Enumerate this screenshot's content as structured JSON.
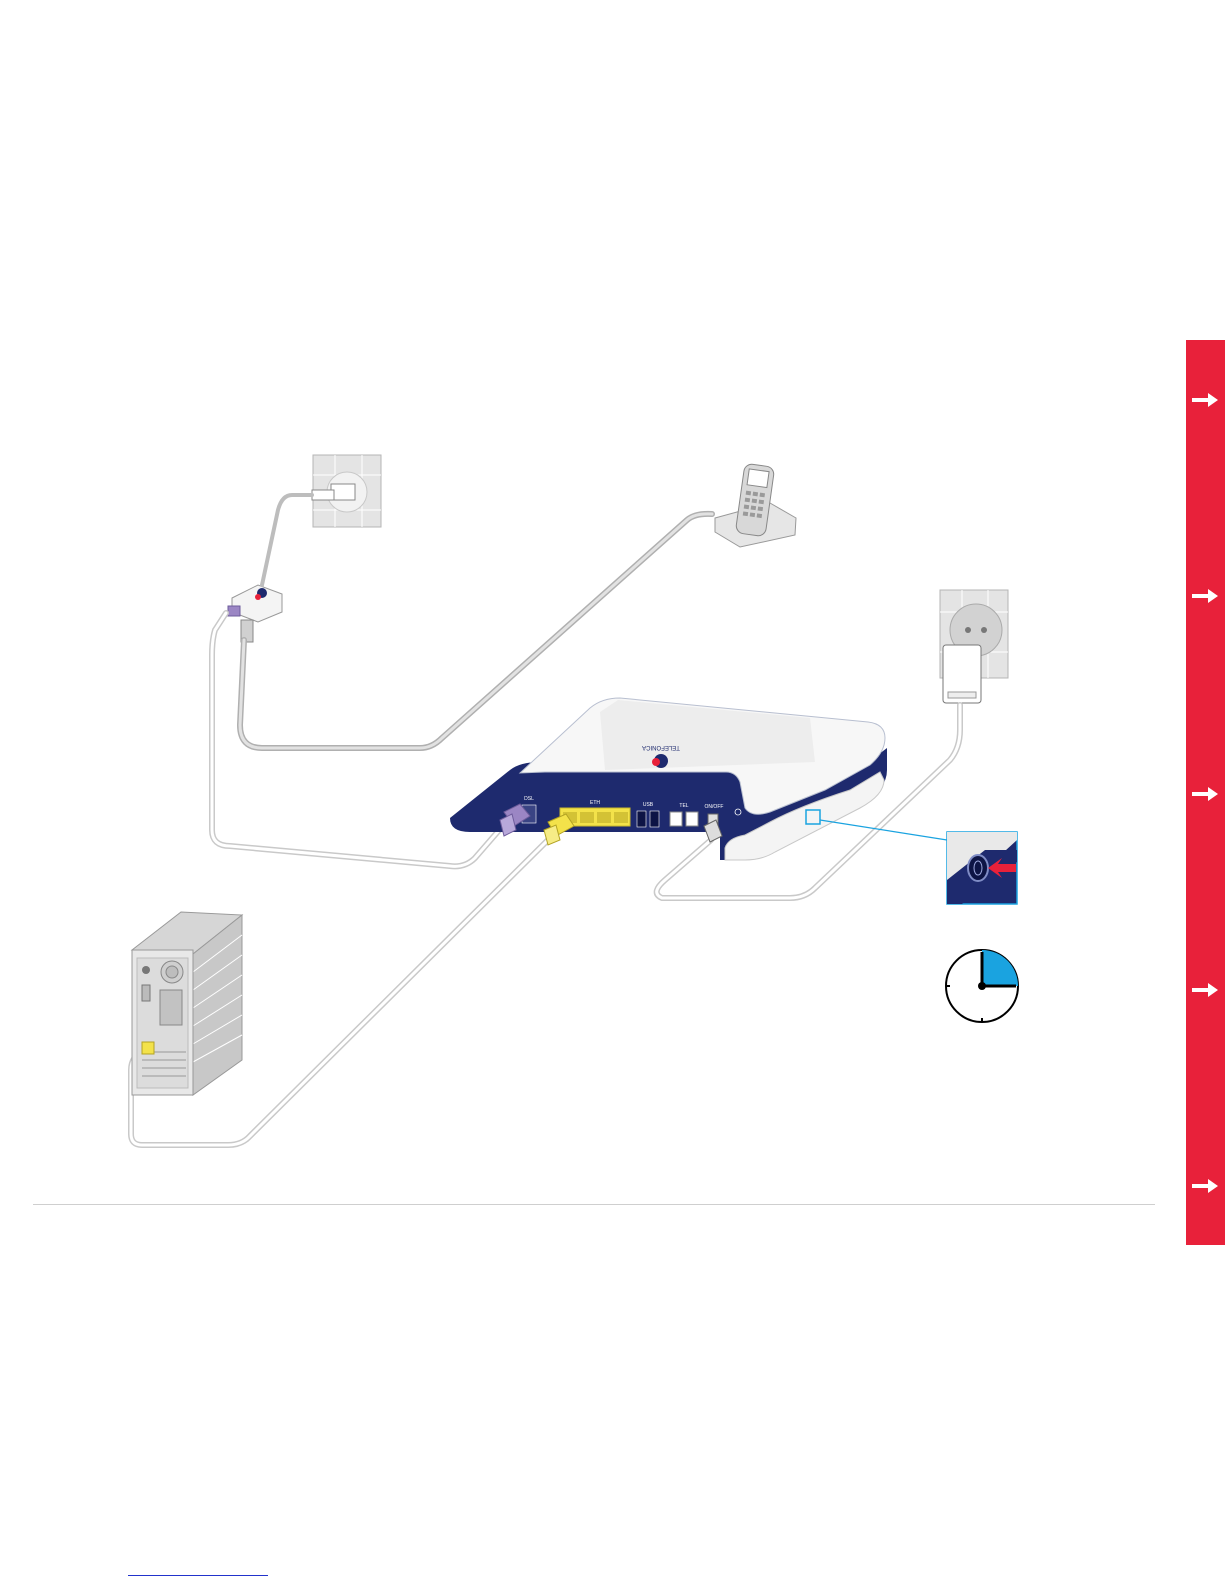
{
  "router": {
    "brand_label": "TELEFONICA",
    "port_labels": [
      "DSL",
      "ETH",
      "USB",
      "TEL",
      "ON/OFF"
    ]
  },
  "side_nav": {
    "arrows": [
      "arrow-1",
      "arrow-2",
      "arrow-3",
      "arrow-4",
      "arrow-5"
    ],
    "color": "#e8213a"
  },
  "colors": {
    "router_body": "#1e2a6e",
    "dsl_cable": "#9b86c4",
    "ethernet_cable": "#f3e24a",
    "highlight_blue": "#1aa3e0",
    "indicator_red": "#e8213a"
  },
  "timer": {
    "fraction_shown": 0.25,
    "icon": "clock-quarter-icon"
  }
}
